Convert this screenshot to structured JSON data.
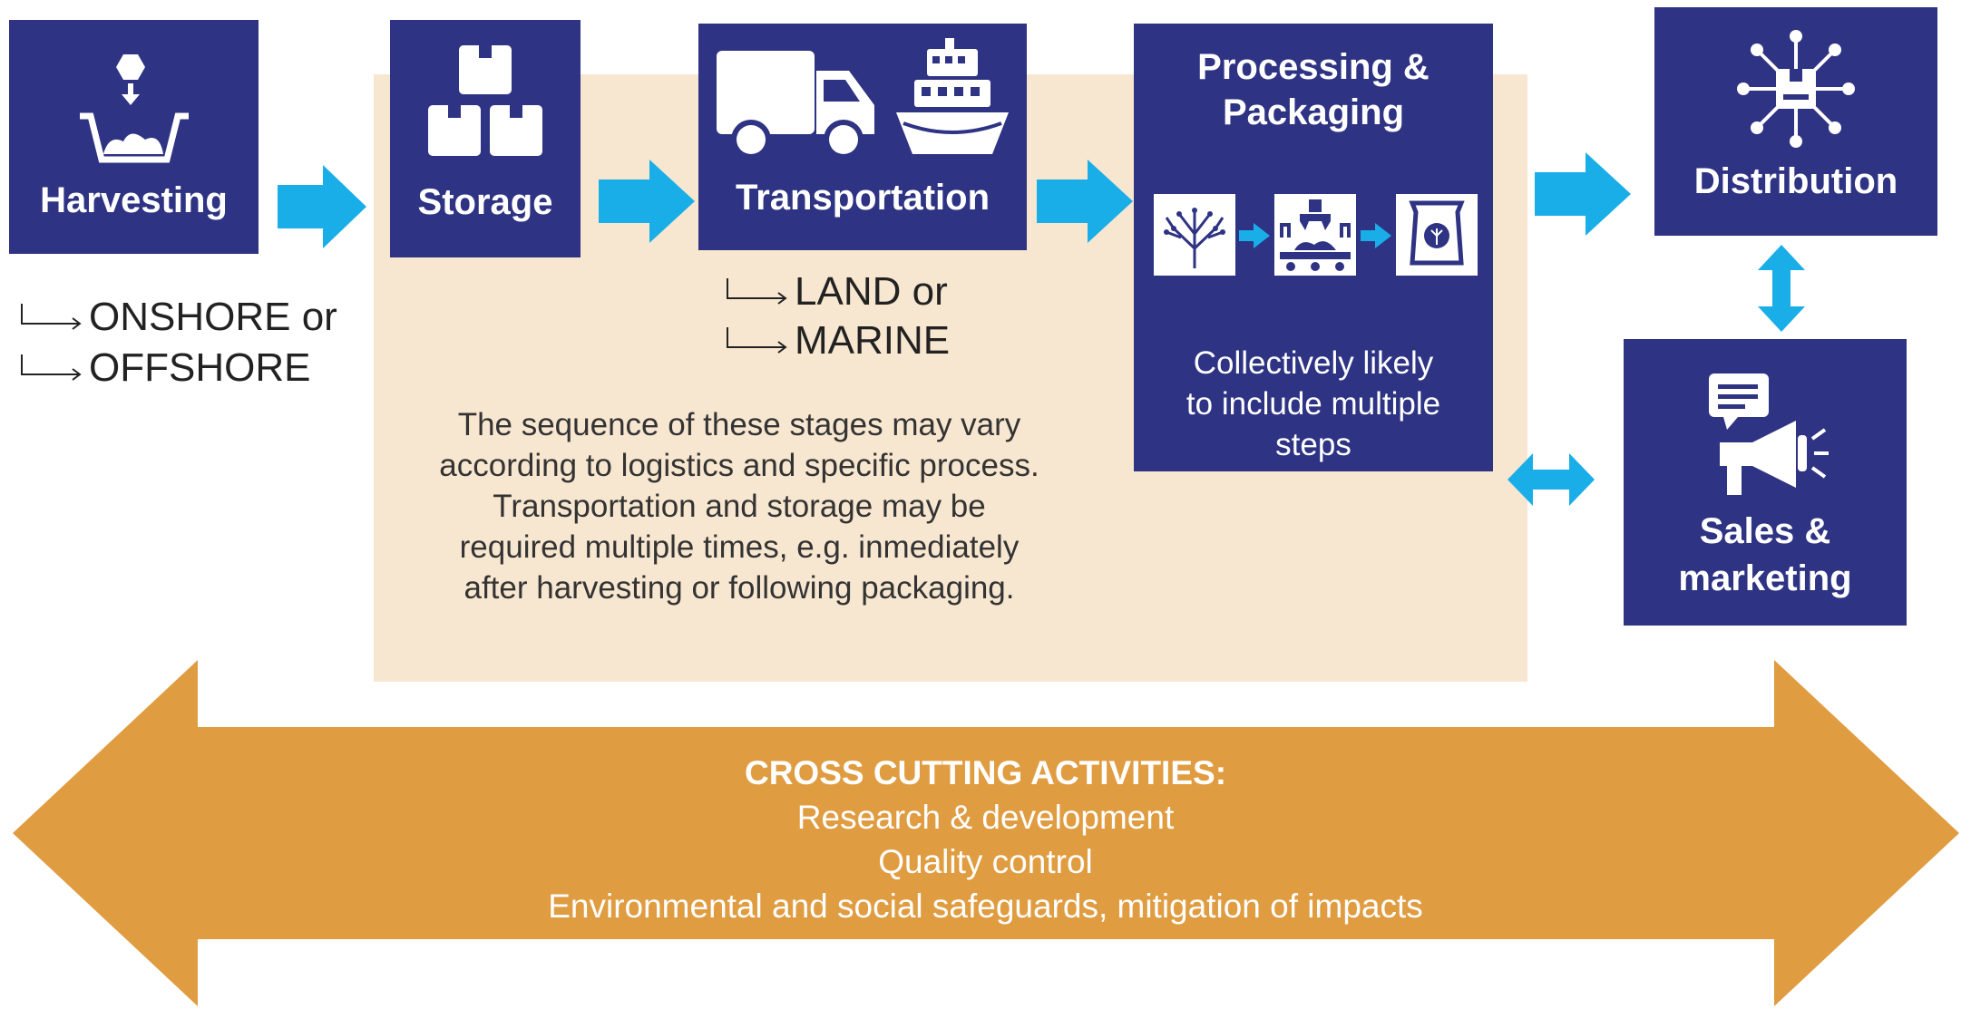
{
  "colors": {
    "box": "#2E3383",
    "arrow": "#1AAEE8",
    "panel": "#F8E7D0",
    "cross_arrow": "#E09C41"
  },
  "stages": {
    "harvesting": {
      "label": "Harvesting",
      "icon": "harvest-basket-icon"
    },
    "storage": {
      "label": "Storage",
      "icon": "boxes-icon"
    },
    "transportation": {
      "label": "Transportation",
      "icon": "truck-and-ship-icon"
    },
    "processing": {
      "label_line1": "Processing &",
      "label_line2": "Packaging",
      "note_line1": "Collectively likely",
      "note_line2": "to include multiple",
      "note_line3": "steps",
      "steps_icons": [
        "seaweed-icon",
        "processing-machine-icon",
        "package-bag-icon"
      ]
    },
    "distribution": {
      "label": "Distribution",
      "icon": "distribution-network-icon"
    },
    "sales": {
      "label_line1": "Sales &",
      "label_line2": "marketing",
      "icon": "megaphone-icon"
    }
  },
  "harvest_options": [
    "ONSHORE or",
    "OFFSHORE"
  ],
  "transport_options": [
    "LAND or",
    "MARINE"
  ],
  "sequence_note": [
    "The sequence of these stages may vary",
    "according to logistics and specific process.",
    "Transportation and storage may be",
    "required multiple times, e.g. inmediately",
    "after harvesting or following packaging."
  ],
  "cross_cutting": {
    "heading": "CROSS CUTTING ACTIVITIES:",
    "items": [
      "Research & development",
      "Quality control",
      "Environmental and social safeguards, mitigation of impacts"
    ]
  }
}
